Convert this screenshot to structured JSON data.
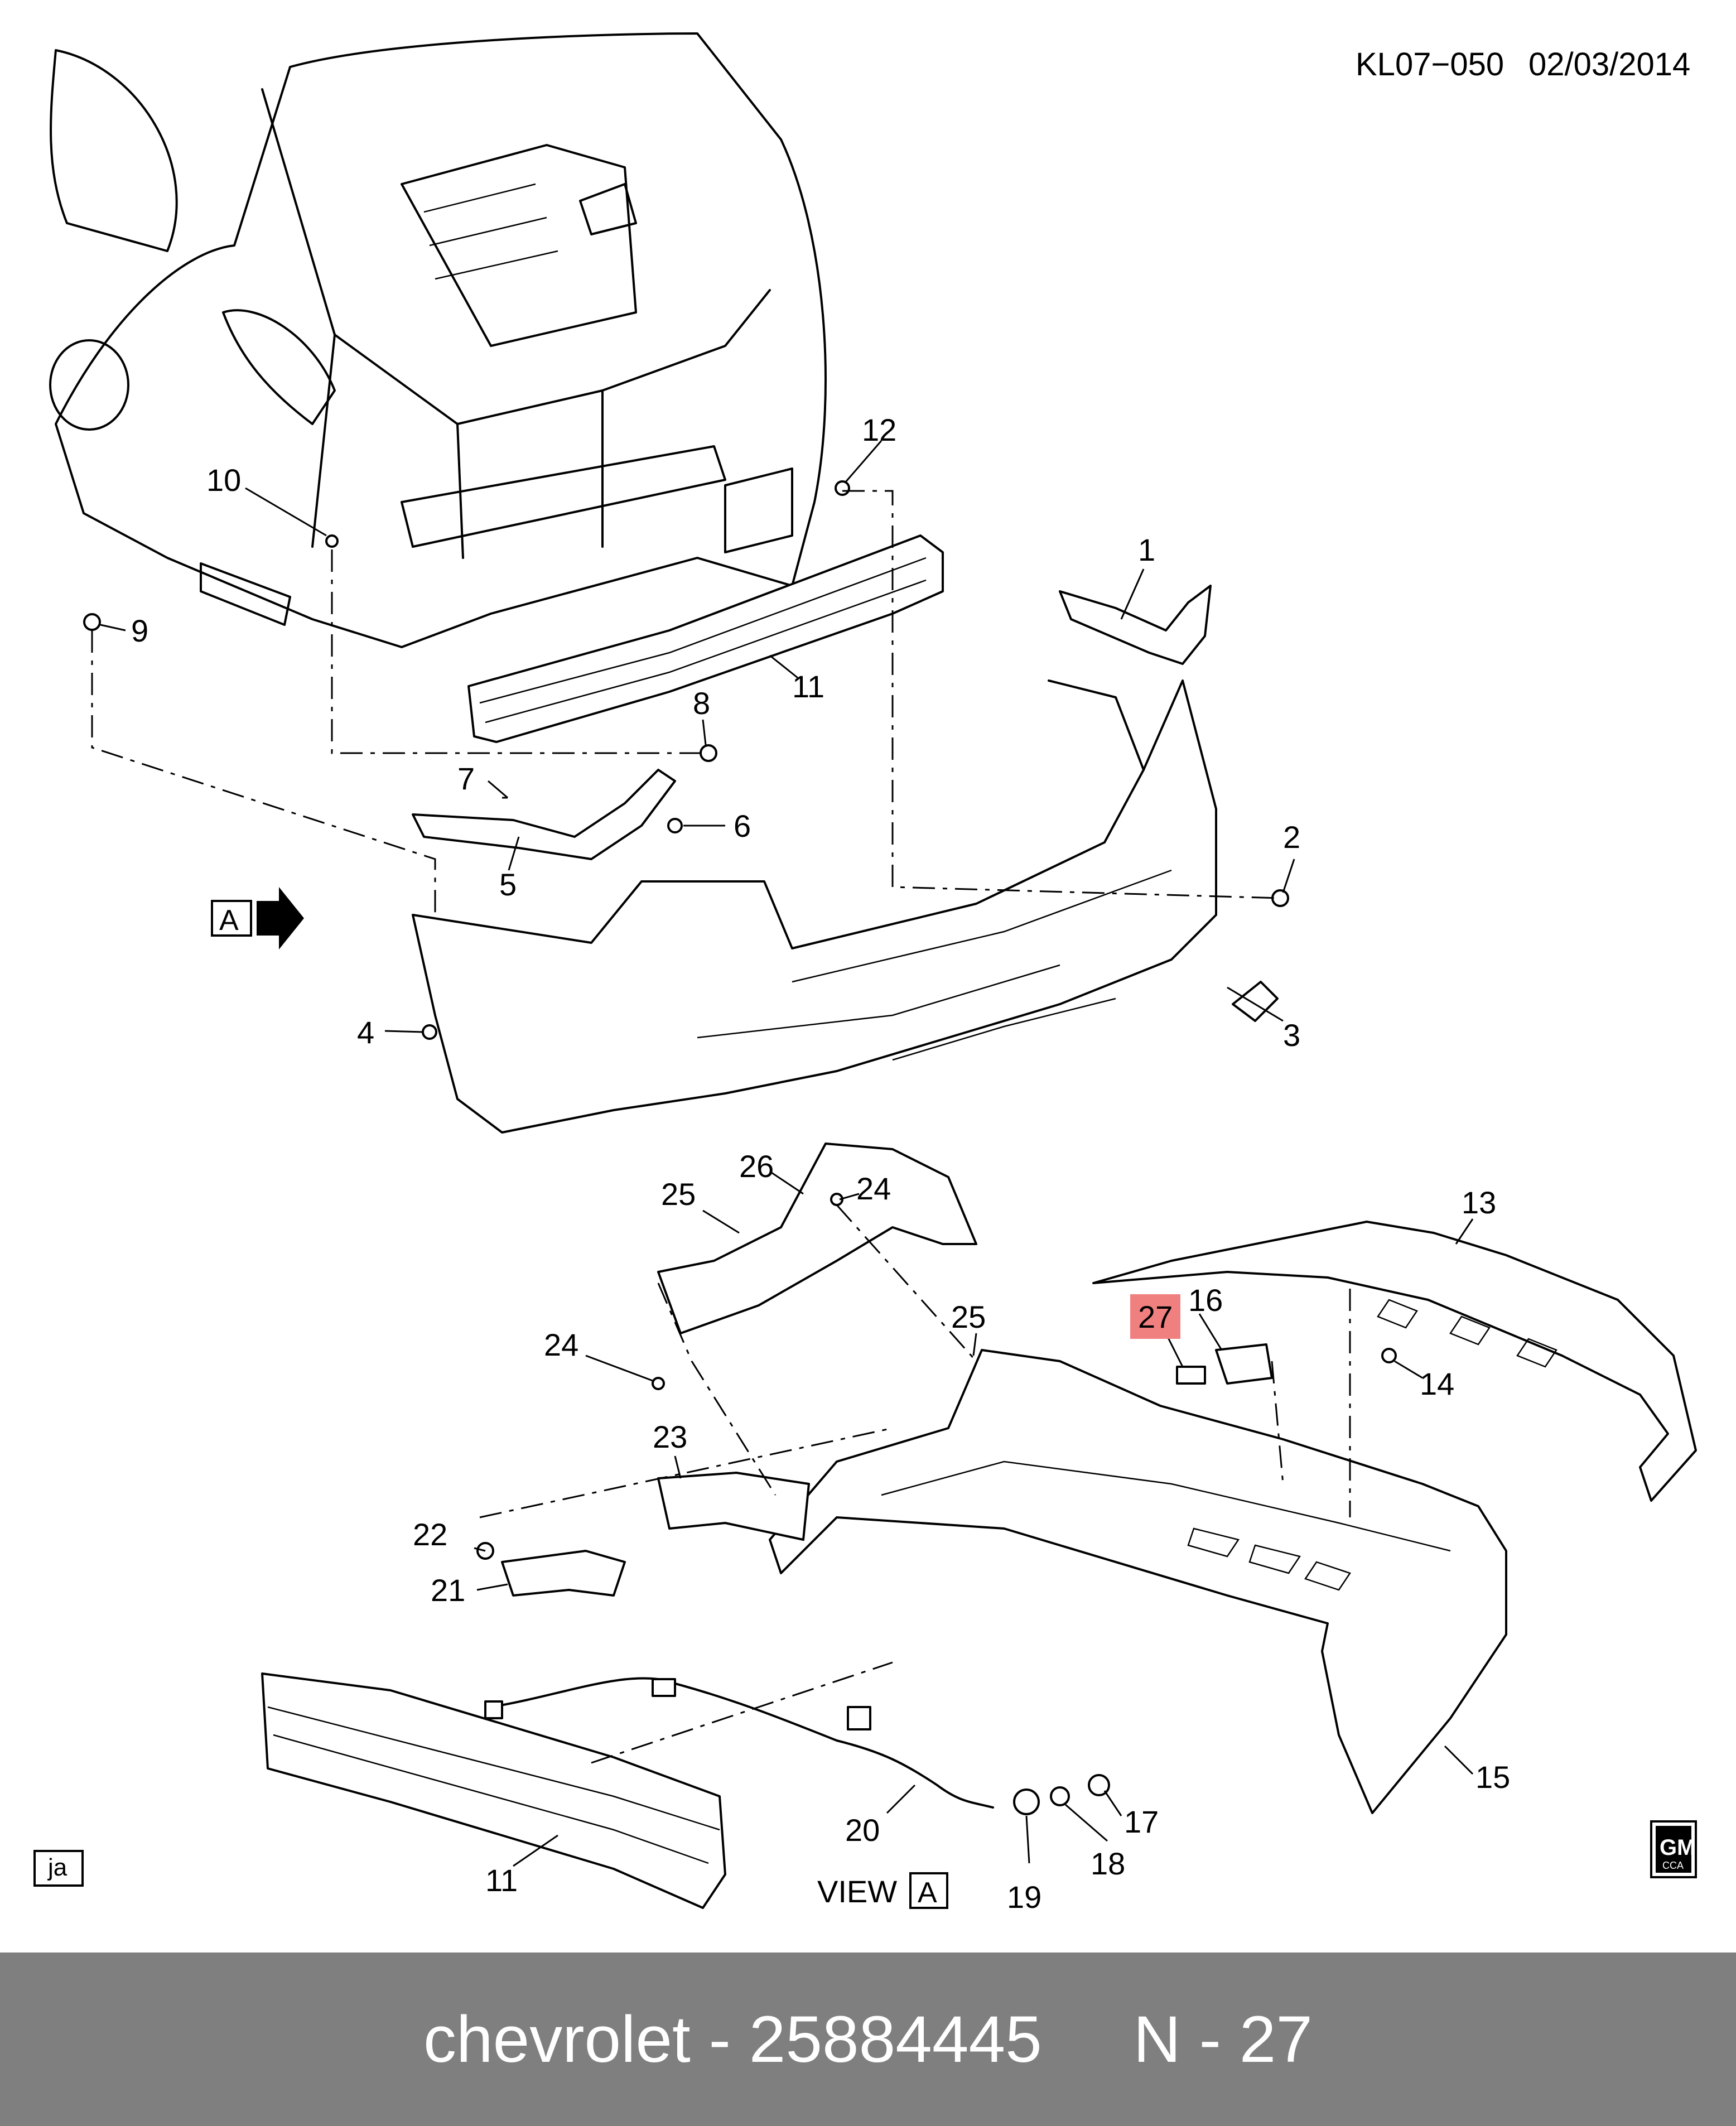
{
  "header": {
    "drawing_code": "KL07−050",
    "date": "02/03/2014"
  },
  "view_marker": {
    "letter": "A"
  },
  "view_label": {
    "text": "VIEW",
    "letter": "A"
  },
  "language_box": {
    "text": "ja"
  },
  "logo": {
    "text": "GM",
    "subtext": "CCA"
  },
  "highlight_color": "#f08080",
  "callouts": {
    "c1": "1",
    "c2": "2",
    "c3": "3",
    "c4": "4",
    "c5": "5",
    "c6": "6",
    "c7": "7",
    "c8": "8",
    "c9": "9",
    "c10": "10",
    "c11a": "11",
    "c11b": "11",
    "c12": "12",
    "c13": "13",
    "c14": "14",
    "c15": "15",
    "c16": "16",
    "c17": "17",
    "c18": "18",
    "c19": "19",
    "c20": "20",
    "c21": "21",
    "c22": "22",
    "c23": "23",
    "c24a": "24",
    "c24b": "24",
    "c25a": "25",
    "c25b": "25",
    "c26": "26",
    "c27": "27"
  },
  "footer": {
    "brand": "chevrolet",
    "separator1": " - ",
    "part_number": "25884445",
    "gap": "     ",
    "ref_label": "N",
    "separator2": " - ",
    "ref_number": "27"
  }
}
